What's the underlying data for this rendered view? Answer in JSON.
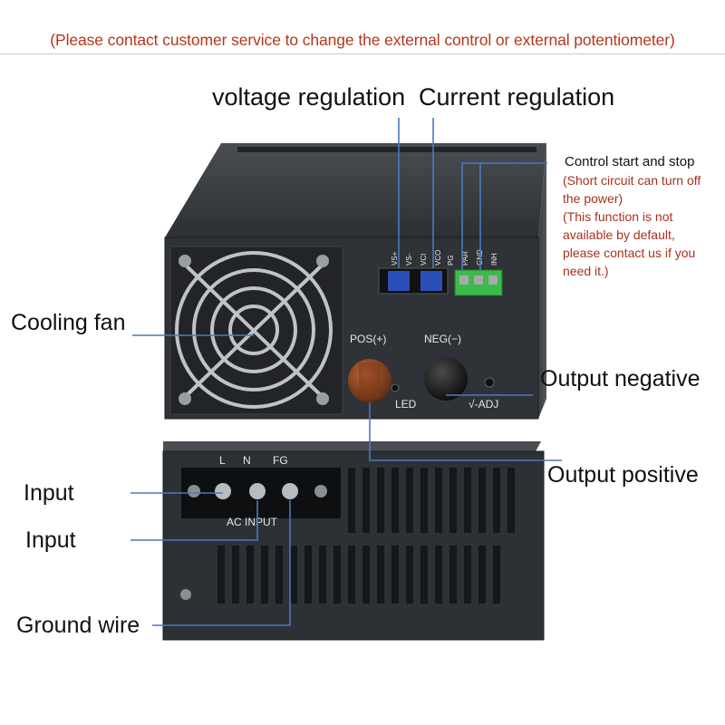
{
  "banner": {
    "text": "(Please contact customer service to change the external control or external potentiometer)",
    "color": "#b5361a"
  },
  "callouts": {
    "voltage_regulation": "voltage regulation",
    "current_regulation": "Current regulation",
    "control_start_stop": "Control start and stop",
    "control_note_lines": [
      "(Short circuit can turn off",
      "the power)",
      "(This function is not",
      "available by default,",
      "please contact us if you",
      "need it.)"
    ],
    "cooling_fan": "Cooling fan",
    "output_negative": "Output negative",
    "output_positive": "Output positive",
    "input_1": "Input",
    "input_2": "Input",
    "ground_wire": "Ground wire"
  },
  "panel_labels": {
    "pins": [
      "VS+",
      "VS-",
      "VCI",
      "VCO",
      "PG",
      "PAR",
      "GND",
      "INH"
    ],
    "pos": "POS(+)",
    "neg": "NEG(−)",
    "led": "LED",
    "vadj": "√-ADJ",
    "terminal_l": "L",
    "terminal_n": "N",
    "terminal_fg": "FG",
    "ac_input": "AC INPUT"
  },
  "colors": {
    "leader_line": "#4a79c0",
    "note_text": "#a8321d",
    "device_body": "#2b2e33"
  }
}
